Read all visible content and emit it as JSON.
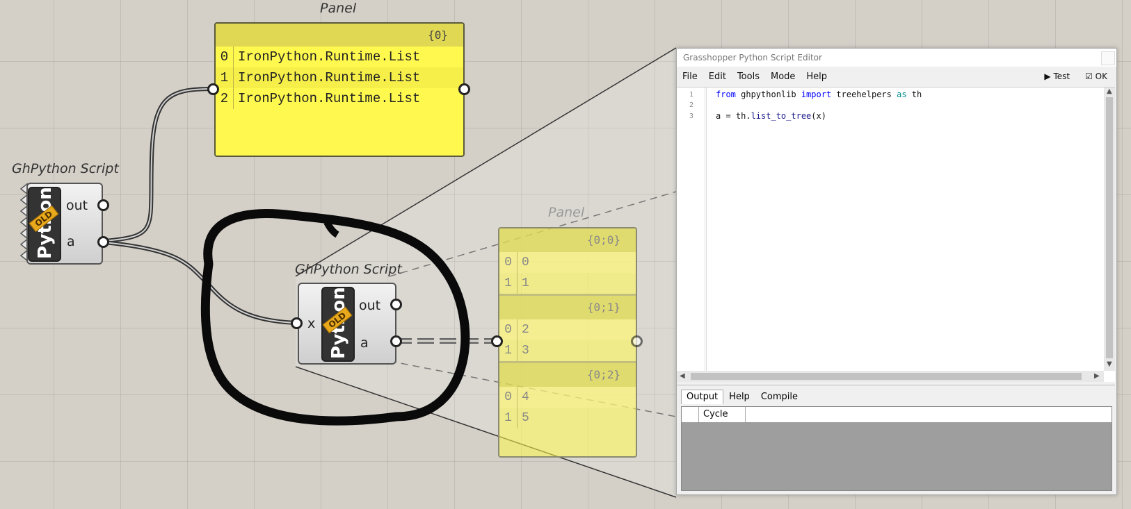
{
  "canvas": {
    "panel_top": {
      "title": "Panel",
      "path": "{0}",
      "rows": [
        {
          "index": "0",
          "value": "IronPython.Runtime.List"
        },
        {
          "index": "1",
          "value": "IronPython.Runtime.List"
        },
        {
          "index": "2",
          "value": "IronPython.Runtime.List"
        }
      ]
    },
    "component_left": {
      "title": "GhPython Script",
      "badge": "Python",
      "old_tag": "OLD",
      "outputs": [
        "out",
        "a"
      ]
    },
    "component_middle": {
      "title": "GhPython Script",
      "badge": "Python",
      "old_tag": "OLD",
      "inputs": [
        "x"
      ],
      "outputs": [
        "out",
        "a"
      ]
    },
    "panel_bottom": {
      "title": "Panel",
      "branches": [
        {
          "path": "{0;0}",
          "rows": [
            {
              "index": "0",
              "value": "0"
            },
            {
              "index": "1",
              "value": "1"
            }
          ]
        },
        {
          "path": "{0;1}",
          "rows": [
            {
              "index": "0",
              "value": "2"
            },
            {
              "index": "1",
              "value": "3"
            }
          ]
        },
        {
          "path": "{0;2}",
          "rows": [
            {
              "index": "0",
              "value": "4"
            },
            {
              "index": "1",
              "value": "5"
            }
          ]
        }
      ]
    }
  },
  "editor": {
    "title": "Grasshopper Python Script Editor",
    "menu": [
      "File",
      "Edit",
      "Tools",
      "Mode",
      "Help"
    ],
    "test_label": "Test",
    "ok_label": "OK",
    "line_numbers": [
      "1",
      "2",
      "3"
    ],
    "code": {
      "l1": {
        "kw_from": "from",
        "mod": " ghpythonlib ",
        "kw_import": "import",
        "name": " treehelpers ",
        "kw_as": "as",
        "alias": " th"
      },
      "l3": {
        "lhs": "a = th.",
        "fn": "list_to_tree",
        "args": "(x)"
      }
    },
    "output_tabs": [
      "Output",
      "Help",
      "Compile"
    ],
    "output_columns": [
      "",
      "Cycle"
    ]
  }
}
